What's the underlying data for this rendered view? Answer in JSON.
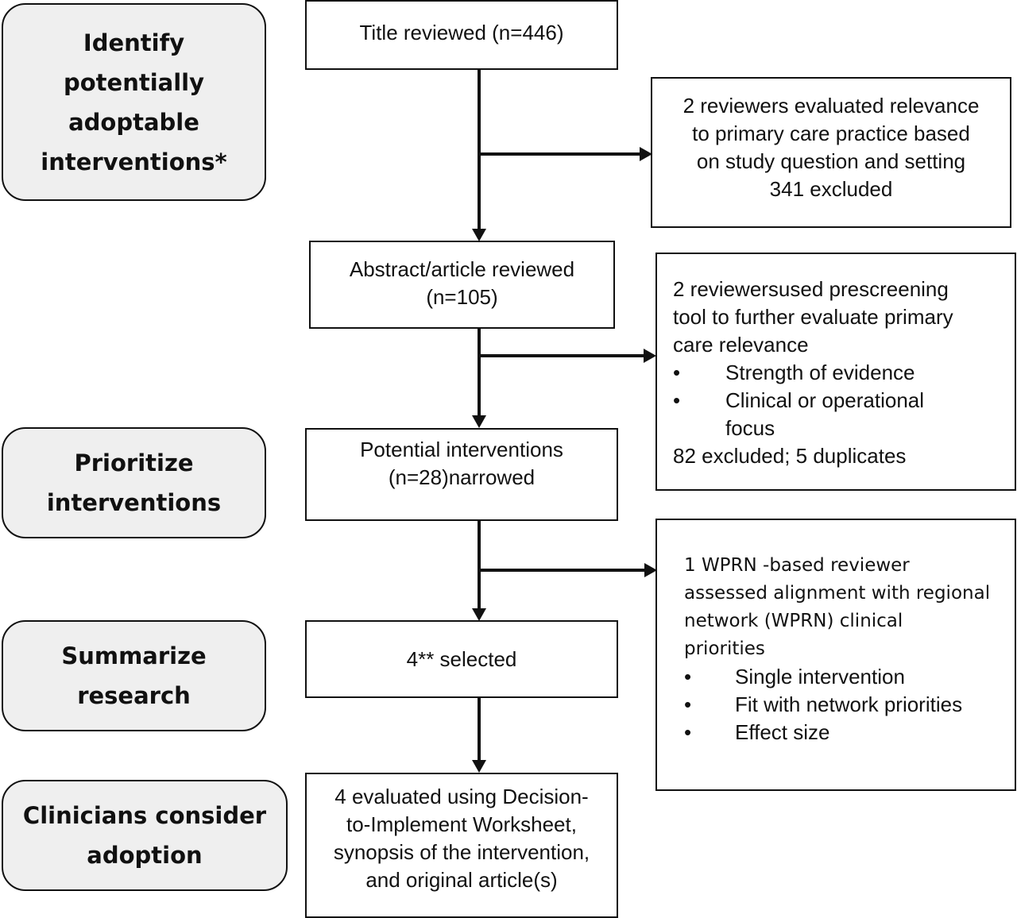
{
  "stages": {
    "identify": "Identify\npotentially\nadoptable\ninterventions*",
    "prioritize": "Prioritize\ninterventions",
    "summarize": "Summarize\nresearch",
    "clinicians": "Clinicians consider\nadoption"
  },
  "flow": {
    "title_reviewed": "Title reviewed (n=446)",
    "abstract_reviewed": "Abstract/article reviewed\n(n=105)",
    "potential_interventions": "Potential interventions\n(n=28)narrowed",
    "selected": "4** selected",
    "evaluated": "4 evaluated using Decision-\nto-Implement Worksheet,\nsynopsis of the intervention,\nand original article(s)"
  },
  "side": {
    "first": "2 reviewers evaluated relevance\nto primary care practice based\non study question and setting\n341 excluded",
    "second_intro": "2 reviewersused prescreening\ntool to further evaluate primary\ncare relevance",
    "second_bullets": [
      "Strength of evidence",
      "Clinical or operational\nfocus"
    ],
    "second_footer": "82 excluded; 5 duplicates",
    "third_intro": "1 WPRN -based reviewer\nassessed alignment with regional\nnetwork (WPRN) clinical\npriorities",
    "third_bullets": [
      "Single intervention",
      "Fit with network priorities",
      "Effect size"
    ],
    "bullet_char": "•"
  }
}
